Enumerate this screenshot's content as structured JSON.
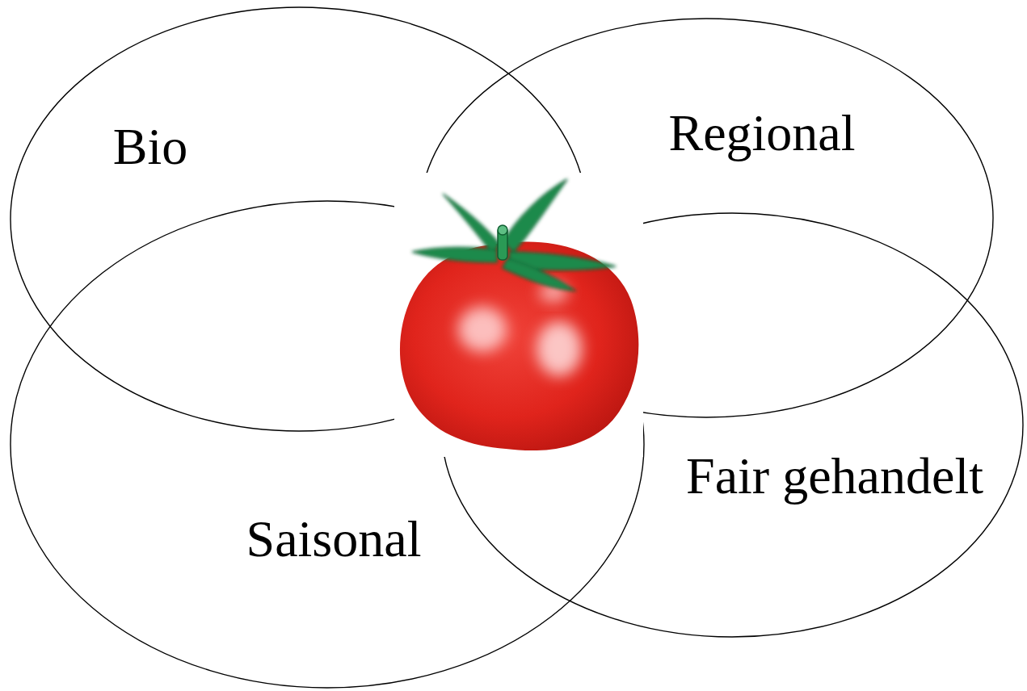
{
  "diagram": {
    "nodes": [
      {
        "text": [
          "Bio"
        ]
      },
      {
        "text": [
          "Regional"
        ]
      },
      {
        "text": [
          "Fair gehandelt"
        ]
      },
      {
        "text": [
          "Saisonal"
        ]
      }
    ]
  }
}
